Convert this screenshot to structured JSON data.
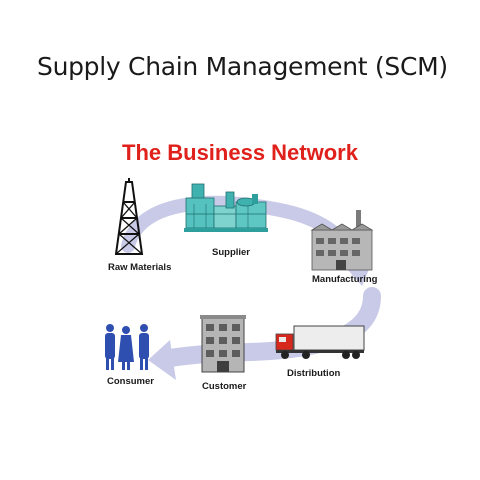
{
  "slide": {
    "title": "Supply Chain Management (SCM)"
  },
  "diagram": {
    "title": "The Business Network",
    "nodes": [
      {
        "id": "raw-materials",
        "label": "Raw Materials",
        "icon": "oil-derrick-icon"
      },
      {
        "id": "supplier",
        "label": "Supplier",
        "icon": "factory-plant-icon"
      },
      {
        "id": "manufacturing",
        "label": "Manufacturing",
        "icon": "factory-building-icon"
      },
      {
        "id": "distribution",
        "label": "Distribution",
        "icon": "truck-icon"
      },
      {
        "id": "customer",
        "label": "Customer",
        "icon": "warehouse-building-icon"
      },
      {
        "id": "consumer",
        "label": "Consumer",
        "icon": "people-icon"
      }
    ],
    "colors": {
      "title": "#e0201b",
      "arrow": "#c9cbe8",
      "arrow_edge": "#a7aad6",
      "supplier": "#3fb2b0",
      "consumer": "#2f4fb0"
    }
  }
}
